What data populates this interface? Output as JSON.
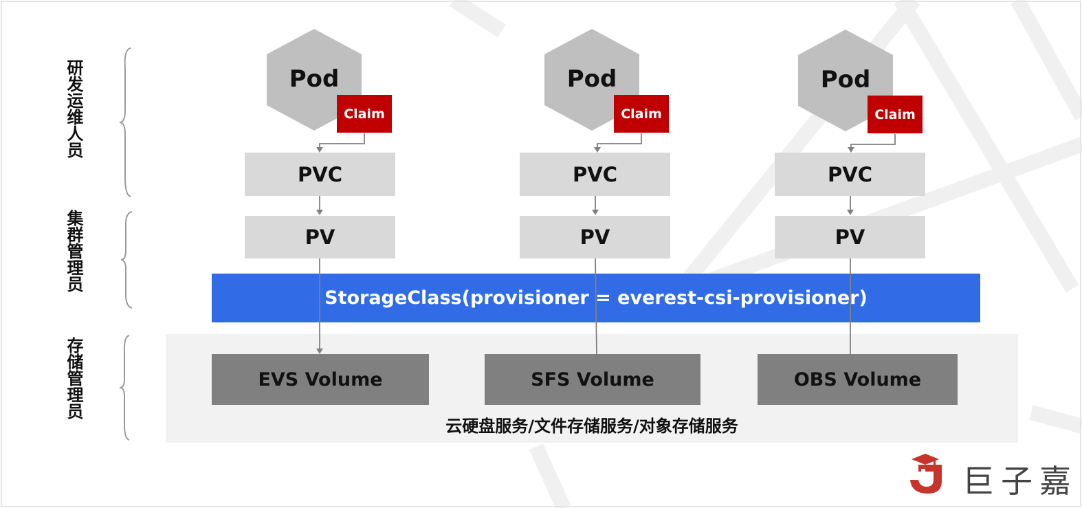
{
  "roles": {
    "dev_ops": "研发运维人员",
    "cluster_admin": "集群管理员",
    "storage_admin": "存储管理员"
  },
  "columns": [
    {
      "pod": "Pod",
      "claim": "Claim",
      "pvc": "PVC",
      "pv": "PV",
      "volume": "EVS Volume"
    },
    {
      "pod": "Pod",
      "claim": "Claim",
      "pvc": "PVC",
      "pv": "PV",
      "volume": "SFS Volume"
    },
    {
      "pod": "Pod",
      "claim": "Claim",
      "pvc": "PVC",
      "pv": "PV",
      "volume": "OBS Volume"
    }
  ],
  "storage_class": "StorageClass(provisioner = everest-csi-provisioner)",
  "services_caption": "云硬盘服务/文件存储服务/对象存储服务",
  "logo": {
    "text": "巨子嘉",
    "color": "#c7342c"
  },
  "colors": {
    "claim": "#c00000",
    "storage_class": "#316ce6",
    "volume": "#808080",
    "box": "#d9d9d9",
    "hexagon": "#bfbfbf"
  }
}
